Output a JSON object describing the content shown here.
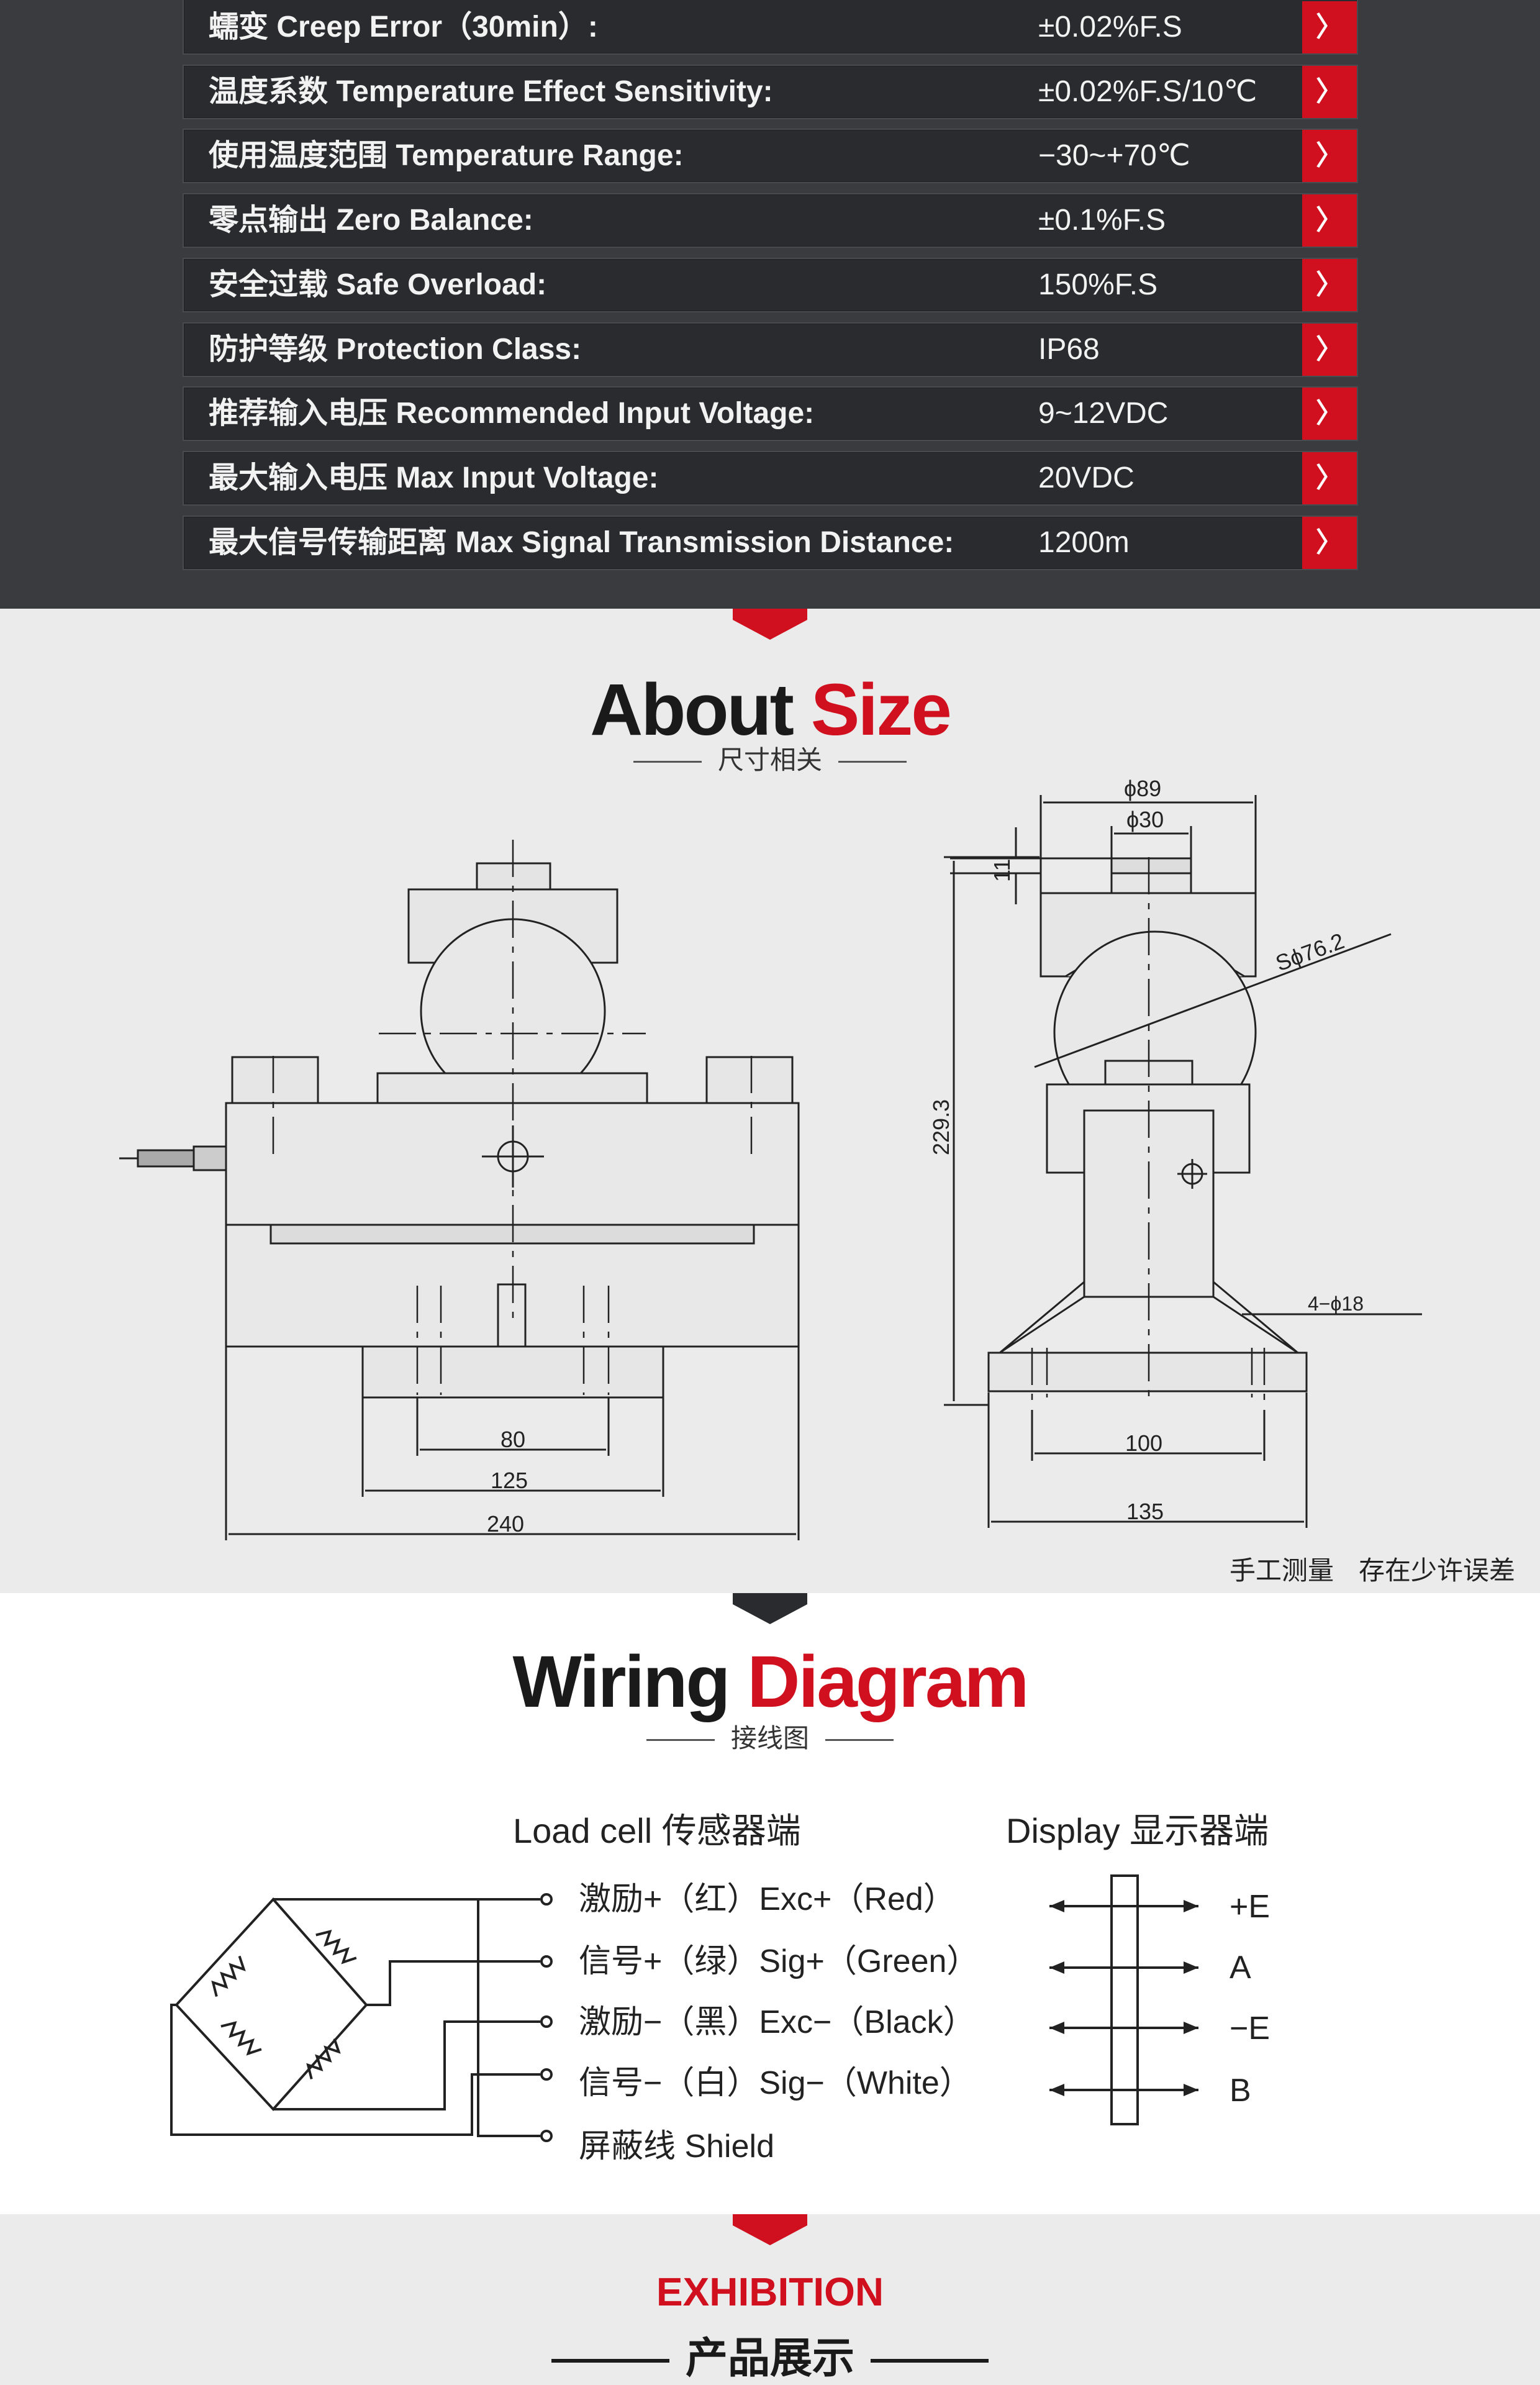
{
  "specs": {
    "rows": [
      {
        "label": "蠕变 Creep Error（30min）:",
        "value": "±0.02%F.S",
        "arrow": "〉"
      },
      {
        "label": "温度系数 Temperature Effect Sensitivity:",
        "value": "±0.02%F.S/10℃",
        "arrow": "〉"
      },
      {
        "label": "使用温度范围 Temperature Range:",
        "value": "−30~+70℃",
        "arrow": "〉"
      },
      {
        "label": "零点输出 Zero Balance:",
        "value": "±0.1%F.S",
        "arrow": "〉"
      },
      {
        "label": "安全过载 Safe Overload:",
        "value": "150%F.S",
        "arrow": "〉"
      },
      {
        "label": "防护等级 Protection Class:",
        "value": "IP68",
        "arrow": "〉"
      },
      {
        "label": "推荐输入电压 Recommended Input Voltage:",
        "value": "9~12VDC",
        "arrow": "〉"
      },
      {
        "label": "最大输入电压 Max Input Voltage:",
        "value": "20VDC",
        "arrow": "〉"
      },
      {
        "label": "最大信号传输距离 Max Signal Transmission Distance:",
        "value": "1200m",
        "arrow": "〉"
      }
    ]
  },
  "size": {
    "title_a": "About",
    "title_b": "Size",
    "subtitle": "尺寸相关",
    "note": "手工测量   存在少许误差",
    "front_dims": {
      "d80": "80",
      "d125": "125",
      "d240": "240"
    },
    "side_dims": {
      "d89": "ϕ89",
      "d30": "ϕ30",
      "d11": "11",
      "sphere": "Sϕ76.2",
      "height": "229.3",
      "holes": "4−ϕ18",
      "d100": "100",
      "d135": "135"
    }
  },
  "wiring": {
    "title_a": "Wiring",
    "title_b": "Diagram",
    "subtitle": "接线图",
    "loadcell_header": "Load cell 传感器端",
    "display_header": "Display  显示器端",
    "wires": [
      {
        "label": "激励+（红）Exc+（Red）",
        "terminal": "+E"
      },
      {
        "label": "信号+（绿）Sig+（Green）",
        "terminal": "A"
      },
      {
        "label": "激励−（黑）Exc−（Black）",
        "terminal": "−E"
      },
      {
        "label": "信号−（白）Sig−（White）",
        "terminal": "B"
      },
      {
        "label": "屏蔽线 Shield",
        "terminal": ""
      }
    ]
  },
  "exhibition": {
    "title": "EXHIBITION",
    "subtitle": "产品展示"
  },
  "colors": {
    "accent": "#d0101e",
    "dark": "#2a2b2e",
    "text_dark": "#1a1a1a"
  }
}
